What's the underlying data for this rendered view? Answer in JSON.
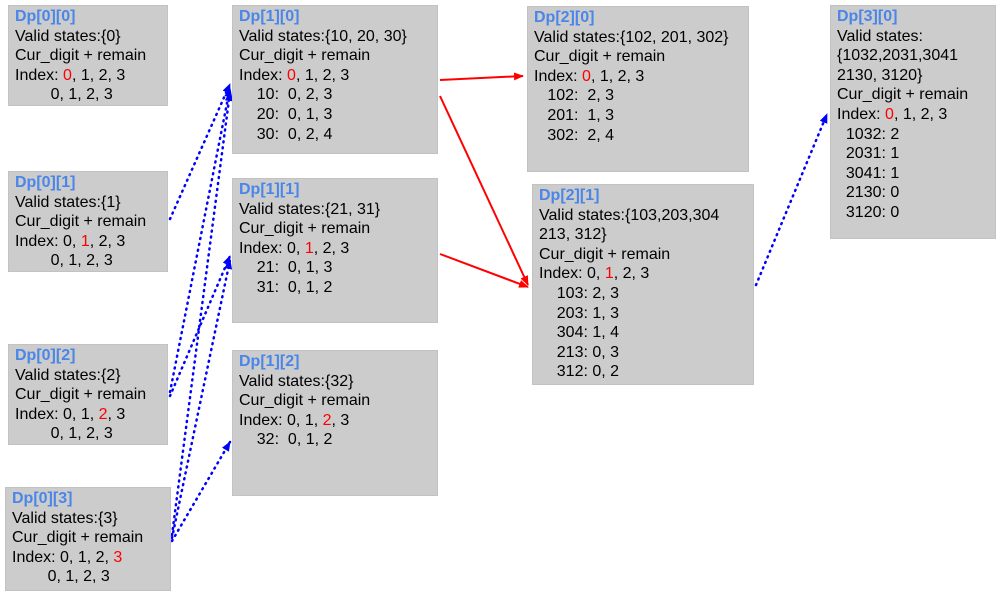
{
  "boxes": [
    {
      "id": "b00",
      "title": "Dp[0][0]",
      "lines": [
        [
          {
            "t": "Valid states:{0}"
          }
        ],
        [
          {
            "t": "Cur_digit + remain"
          }
        ],
        [
          {
            "t": "Index: "
          },
          {
            "t": "0",
            "red": true
          },
          {
            "t": ", 1, 2, 3"
          }
        ],
        [
          {
            "t": "        0, 1, 2, 3"
          }
        ]
      ]
    },
    {
      "id": "b01",
      "title": "Dp[0][1]",
      "lines": [
        [
          {
            "t": "Valid states:{1}"
          }
        ],
        [
          {
            "t": "Cur_digit + remain"
          }
        ],
        [
          {
            "t": "Index: 0, "
          },
          {
            "t": "1",
            "red": true
          },
          {
            "t": ", 2, 3"
          }
        ],
        [
          {
            "t": "        0, 1, 2, 3"
          }
        ]
      ]
    },
    {
      "id": "b02",
      "title": "Dp[0][2]",
      "lines": [
        [
          {
            "t": "Valid states:{2}"
          }
        ],
        [
          {
            "t": "Cur_digit + remain"
          }
        ],
        [
          {
            "t": "Index: 0, 1, "
          },
          {
            "t": "2",
            "red": true
          },
          {
            "t": ", 3"
          }
        ],
        [
          {
            "t": "        0, 1, 2, 3"
          }
        ]
      ]
    },
    {
      "id": "b03",
      "title": "Dp[0][3]",
      "lines": [
        [
          {
            "t": "Valid states:{3}"
          }
        ],
        [
          {
            "t": "Cur_digit + remain"
          }
        ],
        [
          {
            "t": "Index: 0, 1, 2, "
          },
          {
            "t": "3",
            "red": true
          }
        ],
        [
          {
            "t": "        0, 1, 2, 3"
          }
        ]
      ]
    },
    {
      "id": "b10",
      "title": "Dp[1][0]",
      "lines": [
        [
          {
            "t": "Valid states:{10, 20, 30}"
          }
        ],
        [
          {
            "t": "Cur_digit + remain"
          }
        ],
        [
          {
            "t": "Index: "
          },
          {
            "t": "0",
            "red": true
          },
          {
            "t": ", 1, 2, 3"
          }
        ],
        [
          {
            "t": "    10:  0, 2, 3"
          }
        ],
        [
          {
            "t": "    20:  0, 1, 3"
          }
        ],
        [
          {
            "t": "    30:  0, 2, 4"
          }
        ]
      ]
    },
    {
      "id": "b11",
      "title": "Dp[1][1]",
      "lines": [
        [
          {
            "t": "Valid states:{21, 31}"
          }
        ],
        [
          {
            "t": "Cur_digit + remain"
          }
        ],
        [
          {
            "t": "Index: 0, "
          },
          {
            "t": "1",
            "red": true
          },
          {
            "t": ", 2, 3"
          }
        ],
        [
          {
            "t": "    21:  0, 1, 3"
          }
        ],
        [
          {
            "t": "    31:  0, 1, 2"
          }
        ]
      ]
    },
    {
      "id": "b12",
      "title": "Dp[1][2]",
      "lines": [
        [
          {
            "t": "Valid states:{32}"
          }
        ],
        [
          {
            "t": "Cur_digit + remain"
          }
        ],
        [
          {
            "t": "Index: 0, 1, "
          },
          {
            "t": "2",
            "red": true
          },
          {
            "t": ", 3"
          }
        ],
        [
          {
            "t": "    32:  0, 1, 2"
          }
        ]
      ]
    },
    {
      "id": "b20",
      "title": "Dp[2][0]",
      "lines": [
        [
          {
            "t": "Valid states:{102, 201, 302}"
          }
        ],
        [
          {
            "t": "Cur_digit + remain"
          }
        ],
        [
          {
            "t": "Index: "
          },
          {
            "t": "0",
            "red": true
          },
          {
            "t": ", 1, 2, 3"
          }
        ],
        [
          {
            "t": "   102:  2, 3"
          }
        ],
        [
          {
            "t": "   201:  1, 3"
          }
        ],
        [
          {
            "t": "   302:  2, 4"
          }
        ]
      ]
    },
    {
      "id": "b21",
      "title": "Dp[2][1]",
      "lines": [
        [
          {
            "t": "Valid states:{103,203,304"
          }
        ],
        [
          {
            "t": "213, 312}"
          }
        ],
        [
          {
            "t": "Cur_digit + remain"
          }
        ],
        [
          {
            "t": "Index: 0, "
          },
          {
            "t": "1",
            "red": true
          },
          {
            "t": ", 2, 3"
          }
        ],
        [
          {
            "t": "    103: 2, 3"
          }
        ],
        [
          {
            "t": "    203: 1, 3"
          }
        ],
        [
          {
            "t": "    304: 1, 4"
          }
        ],
        [
          {
            "t": "    213: 0, 3"
          }
        ],
        [
          {
            "t": "    312: 0, 2"
          }
        ]
      ]
    },
    {
      "id": "b30",
      "title": "Dp[3][0]",
      "lines": [
        [
          {
            "t": "Valid states:"
          }
        ],
        [
          {
            "t": "{1032,2031,3041"
          }
        ],
        [
          {
            "t": "2130, 3120}"
          }
        ],
        [
          {
            "t": "Cur_digit + remain"
          }
        ],
        [
          {
            "t": "Index: "
          },
          {
            "t": "0",
            "red": true
          },
          {
            "t": ", 1, 2, 3"
          }
        ],
        [
          {
            "t": "  1032: 2"
          }
        ],
        [
          {
            "t": "  2031: 1"
          }
        ],
        [
          {
            "t": "  3041: 1"
          }
        ],
        [
          {
            "t": "  2130: 0"
          }
        ],
        [
          {
            "t": "  3120: 0"
          }
        ]
      ]
    }
  ],
  "colors": {
    "solid_arrow": "#ff0000",
    "dotted_arrow": "#0000ff",
    "title": "#4a86e8",
    "highlight": "#ff0000",
    "box_fill": "#cccccc"
  },
  "links": [
    {
      "from": "b01",
      "to": "b10",
      "style": "dotted"
    },
    {
      "from": "b02",
      "to": "b10",
      "style": "dotted"
    },
    {
      "from": "b02",
      "to": "b11",
      "style": "dotted"
    },
    {
      "from": "b03",
      "to": "b10",
      "style": "dotted"
    },
    {
      "from": "b03",
      "to": "b11",
      "style": "dotted"
    },
    {
      "from": "b03",
      "to": "b12",
      "style": "dotted"
    },
    {
      "from": "b10",
      "to": "b20",
      "style": "solid"
    },
    {
      "from": "b10",
      "to": "b21",
      "style": "solid"
    },
    {
      "from": "b11",
      "to": "b21",
      "style": "solid"
    },
    {
      "from": "b21",
      "to": "b30",
      "style": "dotted"
    }
  ]
}
